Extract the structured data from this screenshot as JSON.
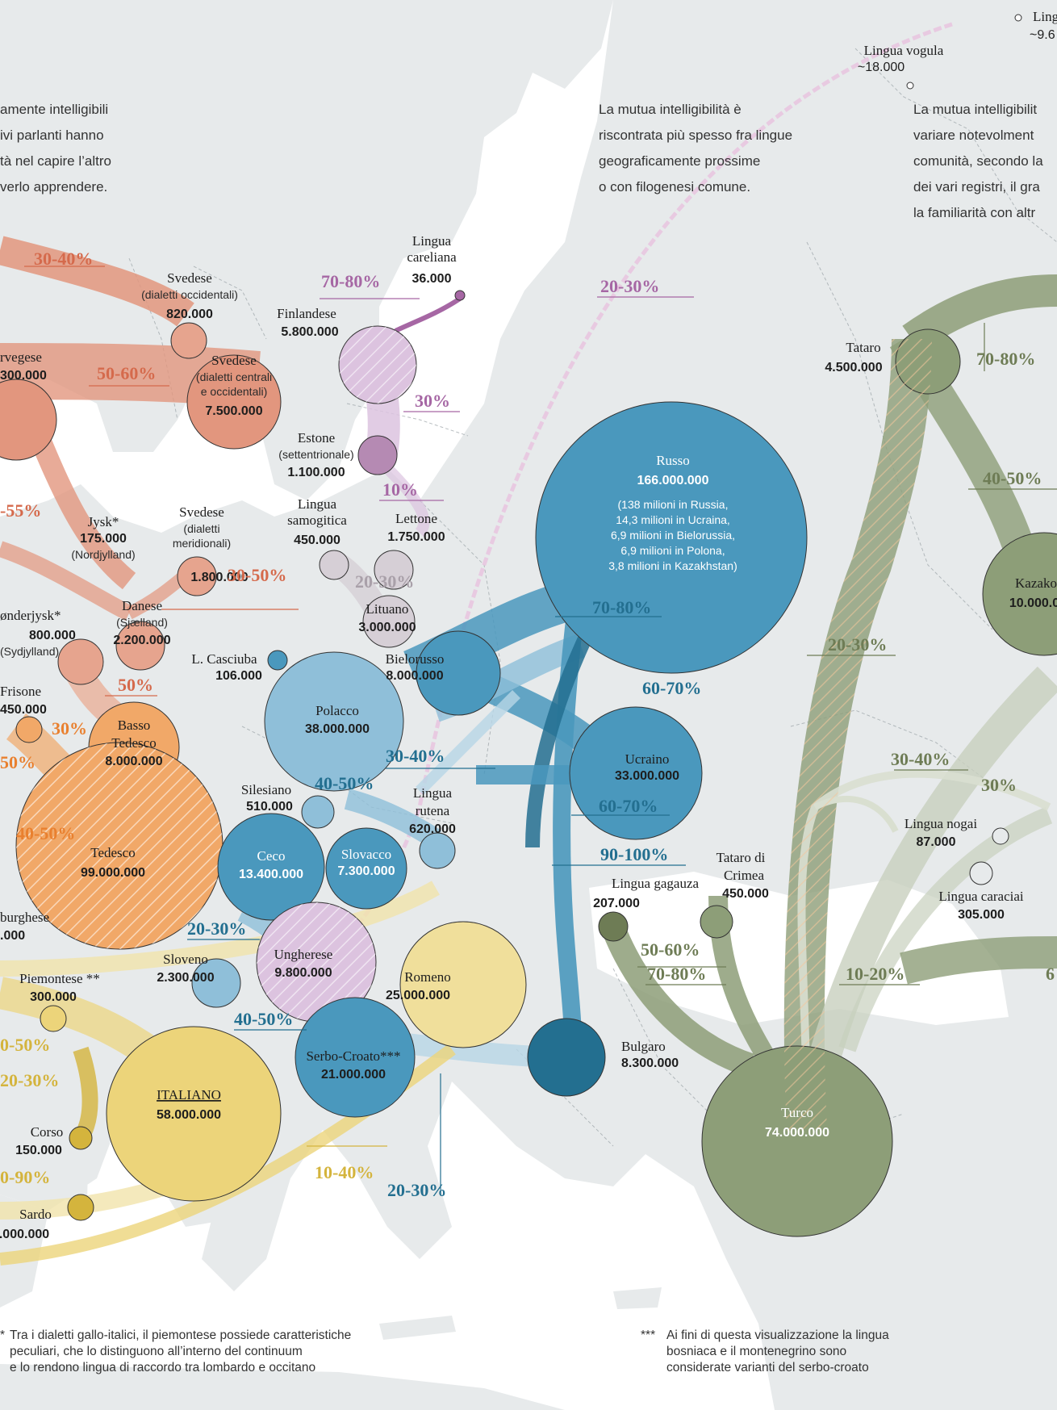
{
  "colors": {
    "land": "#e7eaeb",
    "red": "#e2967e",
    "redDark": "#d56a4c",
    "orange": "#f1a868",
    "orangeDark": "#e9802f",
    "purple": "#dcc3df",
    "purpleDark": "#a667a4",
    "greyPurple": "#d6cfd6",
    "blueLight": "#8fbfd9",
    "blue": "#4a98bd",
    "blueDark": "#236f90",
    "yellow": "#ecd47a",
    "yellowDark": "#d4b43d",
    "green": "#8d9e78",
    "greenDark": "#6e7c55",
    "greenLight": "#c8d0be"
  },
  "notes": {
    "left": [
      "amente intelligibili",
      "ivi parlanti hanno",
      "tà nel capire l’altro",
      "verlo apprendere."
    ],
    "middle": [
      "La mutua intelligibilità è",
      "riscontrata più spesso fra lingue",
      "geograficamente prossime",
      "o con filogenesi comune."
    ],
    "right": [
      "La mutua intelligibilit",
      "variare notevolment",
      "comunità, secondo la",
      "dei vari registri, il gra",
      "la familiarità con altr"
    ]
  },
  "footnotes": {
    "left_mark": "*",
    "left": [
      "Tra i dialetti gallo-italici, il piemontese possiede caratteristiche",
      "peculiari, che lo distinguono all’interno del continuum",
      "e lo rendono lingua di raccordo tra lombardo e occitano"
    ],
    "right_mark": "***",
    "right": [
      "Ai fini di questa visualizzazione la lingua",
      "bosniaca e il montenegrino sono",
      "considerate varianti del serbo-croato"
    ]
  },
  "languages": {
    "vogula": {
      "name": "Lingua vogula",
      "speakers": "~18.000"
    },
    "topright": {
      "name": "Ling",
      "speakers": "~9.6"
    },
    "careliana": {
      "name1": "Lingua",
      "name2": "careliana",
      "speakers": "36.000"
    },
    "svedeseOcc": {
      "name": "Svedese",
      "sub": "(dialetti occidentali)",
      "speakers": "820.000"
    },
    "svedeseCentr": {
      "name": "Svedese",
      "sub1": "(dialetti centrali",
      "sub2": "e occidentali)",
      "speakers": "7.500.000"
    },
    "norvegese": {
      "name": "rvegese",
      "speakers": "300.000"
    },
    "finlandese": {
      "name": "Finlandese",
      "speakers": "5.800.000"
    },
    "estone": {
      "name": "Estone",
      "sub": "(settentrionale)",
      "speakers": "1.100.000"
    },
    "jysk": {
      "name": "Jysk*",
      "speakers": "175.000",
      "sub": "(Nordjylland)"
    },
    "svedeseMer": {
      "name": "Svedese",
      "sub1": "(dialetti",
      "sub2": "meridionali)",
      "speakers": "1.800.000"
    },
    "samogitica": {
      "name1": "Lingua",
      "name2": "samogitica",
      "speakers": "450.000"
    },
    "lettone": {
      "name": "Lettone",
      "speakers": "1.750.000"
    },
    "danese": {
      "name": "Danese",
      "sub": "(Sjælland)",
      "speakers": "2.200.000"
    },
    "sonderjysk": {
      "name": "ønderjysk*",
      "speakers": "800.000",
      "sub": "(Sydjylland)"
    },
    "lituano": {
      "name": "Lituano",
      "speakers": "3.000.000"
    },
    "casciuba": {
      "name": "L. Casciuba",
      "speakers": "106.000"
    },
    "bielorusso": {
      "name": "Bielorusso",
      "speakers": "8.000.000"
    },
    "russo": {
      "name": "Russo",
      "speakers": "166.000.000",
      "details": [
        "(138 milioni in Russia,",
        "14,3 milioni in Ucraina,",
        "6,9 milioni in Bielorussia,",
        "6,9 milioni in Polona,",
        "3,8 milioni in Kazakhstan)"
      ]
    },
    "tataro": {
      "name": "Tataro",
      "speakers": "4.500.000"
    },
    "frisone": {
      "name": "Frisone",
      "speakers": "450.000"
    },
    "bassoTedesco": {
      "name1": "Basso",
      "name2": "Tedesco",
      "speakers": "8.000.000"
    },
    "polacco": {
      "name": "Polacco",
      "speakers": "38.000.000"
    },
    "kazako": {
      "name": "Kazako",
      "speakers": "10.000.0"
    },
    "ucraino": {
      "name": "Ucraino",
      "speakers": "33.000.000"
    },
    "silesiano": {
      "name": "Silesiano",
      "speakers": "510.000"
    },
    "rutena": {
      "name1": "Lingua",
      "name2": "rutena",
      "speakers": "620.000"
    },
    "tedesco": {
      "name": "Tedesco",
      "speakers": "99.000.000"
    },
    "ceco": {
      "name": "Ceco",
      "speakers": "13.400.000"
    },
    "slovacco": {
      "name": "Slovacco",
      "speakers": "7.300.000"
    },
    "nogai": {
      "name": "Lingua nogai",
      "speakers": "87.000"
    },
    "tataroCrimea": {
      "name1": "Tataro di",
      "name2": "Crimea",
      "speakers": "450.000"
    },
    "gagauza": {
      "name": "Lingua gagauza",
      "speakers": "207.000"
    },
    "caraciai": {
      "name": "Lingua caraciai",
      "speakers": "305.000"
    },
    "lussemburghese": {
      "name": "burghese",
      "speakers": ".000"
    },
    "sloveno": {
      "name": "Sloveno",
      "speakers": "2.300.000"
    },
    "ungherese": {
      "name": "Ungherese",
      "speakers": "9.800.000"
    },
    "romeno": {
      "name": "Romeno",
      "speakers": "25.000.000"
    },
    "piemontese": {
      "name": "Piemontese **",
      "speakers": "300.000"
    },
    "serboCroato": {
      "name": "Serbo-Croato***",
      "speakers": "21.000.000"
    },
    "bulgaro": {
      "name": "Bulgaro",
      "speakers": "8.300.000"
    },
    "italiano": {
      "name": "ITALIANO",
      "speakers": "58.000.000"
    },
    "turco": {
      "name": "Turco",
      "speakers": "74.000.000"
    },
    "corso": {
      "name": "Corso",
      "speakers": "150.000"
    },
    "sardo": {
      "name": "Sardo",
      "speakers": ".000.000"
    }
  },
  "percentages": {
    "p3040red": "30-40%",
    "p5060red": "50-60%",
    "p55red": "-55%",
    "p3050red": "30-50%",
    "p50red": "50%",
    "p30orange": "30%",
    "p50orange": "50%",
    "p4050orange": "40-50%",
    "p7080purple": "70-80%",
    "p30purple": "30%",
    "p10purple": "10%",
    "p2030grey": "20-30%",
    "p2030pink": "20-30%",
    "p7080green": "70-80%",
    "p4050green": "40-50%",
    "p2030green": "20-30%",
    "p3040green": "30-40%",
    "p30green": "30%",
    "p5060green": "50-60%",
    "p7080green2": "70-80%",
    "p1020green": "10-20%",
    "p6green": "6",
    "p7080blue": "70-80%",
    "p6070blue": "60-70%",
    "p6070blue2": "60-70%",
    "p3040blue": "30-40%",
    "p4050blue": "40-50%",
    "p90100blue": "90-100%",
    "p2030blue": "20-30%",
    "p4050blue2": "40-50%",
    "p2030blue2": "20-30%",
    "p5090yellow": "0-50%",
    "p2030yellow": "20-30%",
    "p9090yellow": "0-90%",
    "p1040yellow": "10-40%"
  }
}
